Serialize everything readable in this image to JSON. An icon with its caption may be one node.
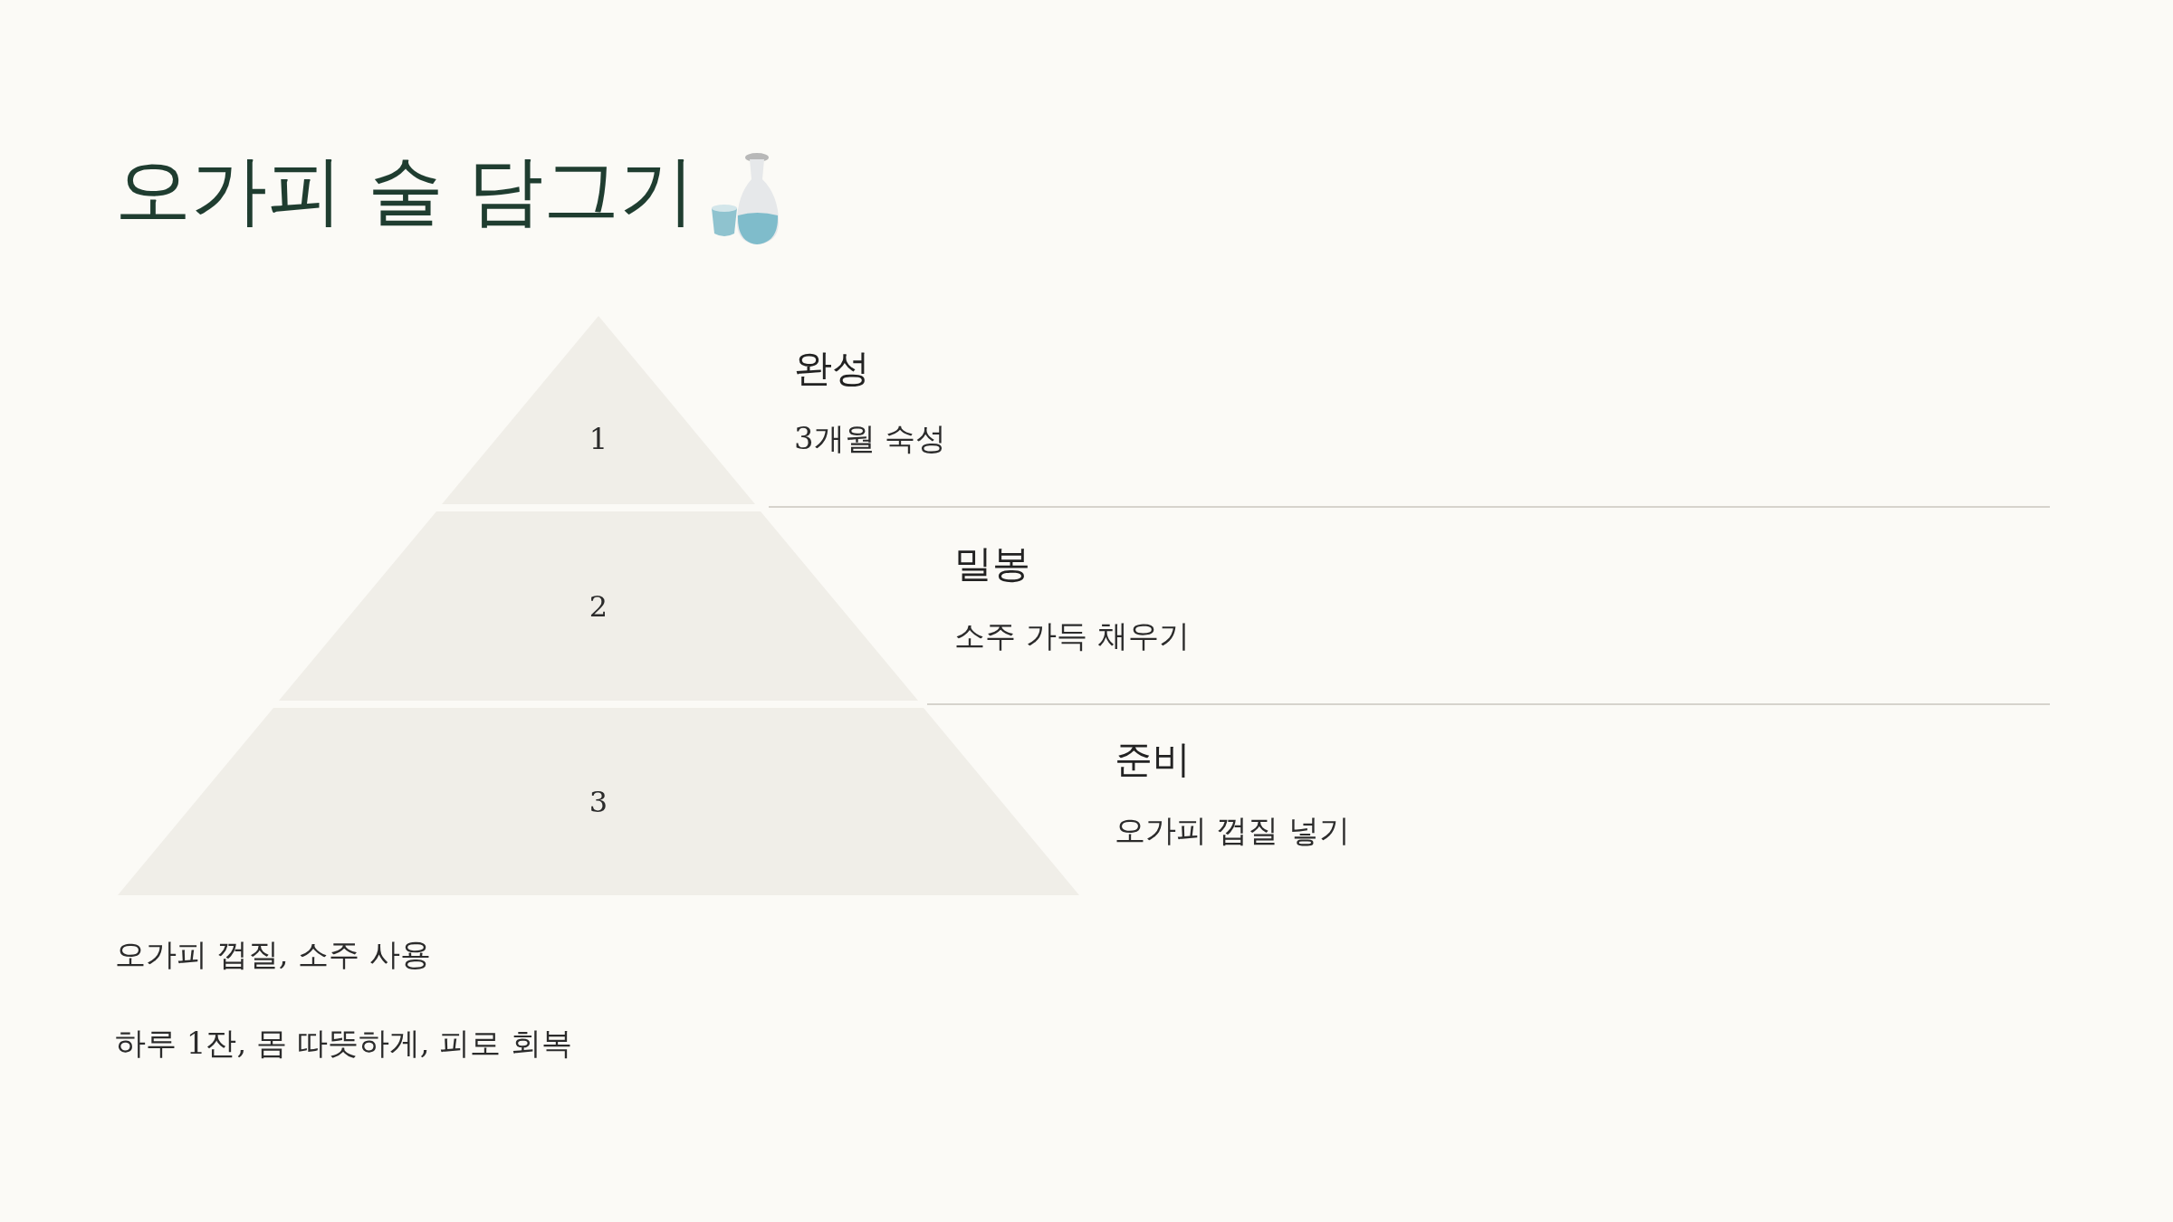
{
  "diagram": {
    "title": "오가피 술 담그기",
    "nodes": [
      {
        "text": [
          "1"
        ],
        "beside": [
          "완성",
          "3개월 숙성"
        ]
      },
      {
        "text": [
          "2"
        ],
        "beside": [
          "밀봉",
          "소주 가득 채우기"
        ]
      },
      {
        "text": [
          "3"
        ],
        "beside": [
          "준비",
          "오가피 껍질 넣기"
        ]
      }
    ],
    "labels": [
      "오가피 껍질, 소주 사용",
      "하루 1잔, 몸 따뜻하게, 피로 회복"
    ]
  }
}
